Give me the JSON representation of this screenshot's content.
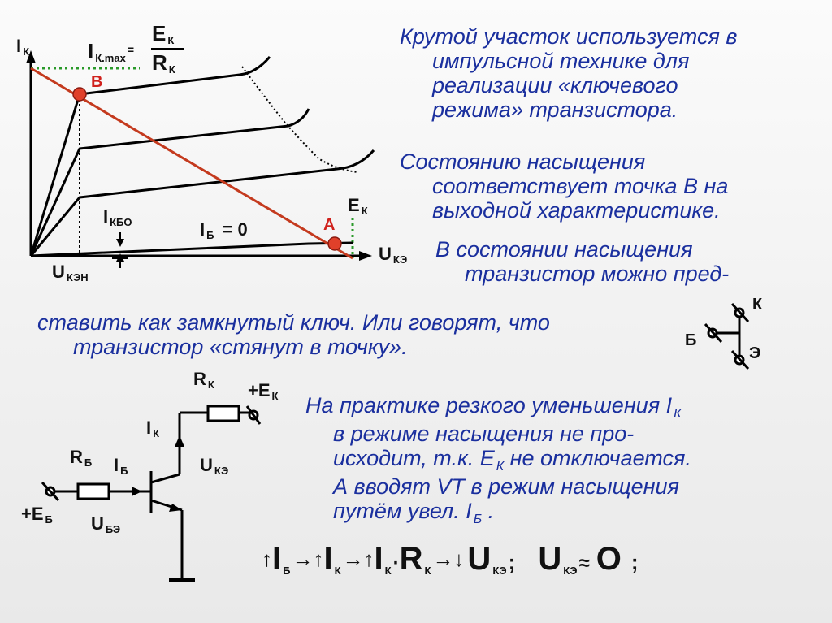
{
  "paragraphs": {
    "p1": [
      "Крутой участок используется в",
      "импульсной технике для",
      "реализации «ключевого",
      "режима» транзистора."
    ],
    "p2": [
      "Состоянию насыщения",
      "соответствует точка В на",
      "выходной характеристике."
    ],
    "p3": [
      "В состоянии насыщения",
      "транзистор можно  пред-"
    ],
    "p4": [
      "ставить как замкнутый ключ. Или говорят, что",
      "транзистор «стянут в точку»."
    ],
    "p5a": "На практике резкого уменьшения I",
    "p5a_sub": "К",
    "p5b": "в режиме насыщения не про-",
    "p5c": "исходит, т.к. Е",
    "p5c_sub": "К",
    "p5c_end": " не отключается.",
    "p5d": "А вводят VT  в режим насыщения",
    "p5e": "путём увел. I",
    "p5e_sub": "Б",
    "p5e_end": " ."
  },
  "graph": {
    "ik": {
      "main": "I",
      "sub": "К"
    },
    "ikmax": {
      "main": "I",
      "sub": "К.max",
      "eq": "=",
      "num": "E",
      "num_sub": "К",
      "den": "R",
      "den_sub": "К"
    },
    "point_b": "B",
    "point_a": "A",
    "ikbo": {
      "main": "I",
      "sub": "КБО"
    },
    "ib0": {
      "main": "I",
      "sub": "Б",
      "rest": "= 0"
    },
    "ek": {
      "main": "E",
      "sub": "К"
    },
    "uke": {
      "main": "U",
      "sub": "КЭ"
    },
    "ukeh": {
      "main": "U",
      "sub": "КЭН"
    }
  },
  "switch_symbol": {
    "k": "К",
    "b": "Б",
    "e": "Э"
  },
  "circuit": {
    "rk": {
      "main": "R",
      "sub": "К"
    },
    "ek": {
      "main": "+E",
      "sub": "К"
    },
    "ik": {
      "main": "I",
      "sub": "К"
    },
    "rb": {
      "main": "R",
      "sub": "Б"
    },
    "ib": {
      "main": "I",
      "sub": "Б"
    },
    "uke": {
      "main": "U",
      "sub": "КЭ"
    },
    "eb": {
      "main": "+E",
      "sub": "Б"
    },
    "ube": {
      "main": "U",
      "sub": "БЭ"
    }
  },
  "formula": {
    "up": "↑",
    "down": "↓",
    "right": "→",
    "i": "I",
    "sub_b": "Б",
    "sub_k": "К",
    "dot": "·",
    "r": "R",
    "u": "U",
    "sub_ke": "КЭ",
    "semi": ";",
    "approx": "≈",
    "zero": "O"
  },
  "colors": {
    "text_blue": "#1a2f9e",
    "load_line": "#c43a1e",
    "point": "#e0402a",
    "guide_green": "#2a9a2a"
  }
}
